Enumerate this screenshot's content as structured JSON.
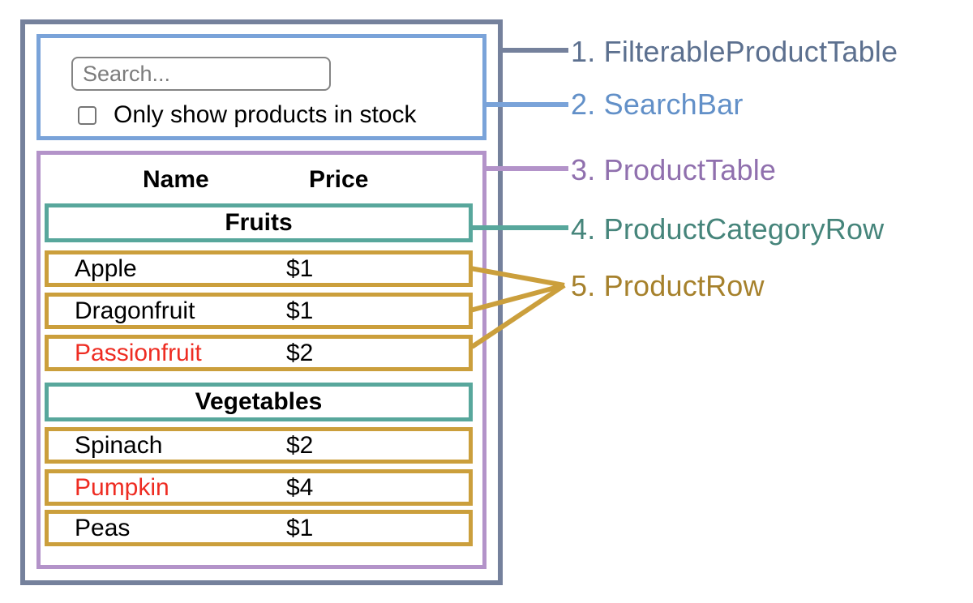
{
  "colors": {
    "filterable_product_table": "#75819c",
    "search_bar": "#7aa3d9",
    "product_table": "#b393c9",
    "product_category_row": "#58a79c",
    "product_row": "#cb9f3c",
    "out_of_stock_text": "#ee2c22",
    "label_filterable_product_table": "#5c708f",
    "label_search_bar": "#6290c8",
    "label_product_table": "#9070ae",
    "label_product_category_row": "#46857b",
    "label_product_row": "#a6812c"
  },
  "search_bar": {
    "placeholder": "Search...",
    "checkbox_checked": false,
    "checkbox_label": "Only show products in stock"
  },
  "product_table": {
    "columns": {
      "name": "Name",
      "price": "Price"
    },
    "sections": [
      {
        "category": "Fruits",
        "rows": [
          {
            "name": "Apple",
            "price": "$1",
            "red": false
          },
          {
            "name": "Dragonfruit",
            "price": "$1",
            "red": false
          },
          {
            "name": "Passionfruit",
            "price": "$2",
            "red": true
          }
        ]
      },
      {
        "category": "Vegetables",
        "rows": [
          {
            "name": "Spinach",
            "price": "$2",
            "red": false
          },
          {
            "name": "Pumpkin",
            "price": "$4",
            "red": true
          },
          {
            "name": "Peas",
            "price": "$1",
            "red": false
          }
        ]
      }
    ]
  },
  "legend": {
    "items": [
      {
        "text": "1. FilterableProductTable"
      },
      {
        "text": "2. SearchBar"
      },
      {
        "text": "3. ProductTable"
      },
      {
        "text": "4. ProductCategoryRow"
      },
      {
        "text": "5. ProductRow"
      }
    ]
  }
}
